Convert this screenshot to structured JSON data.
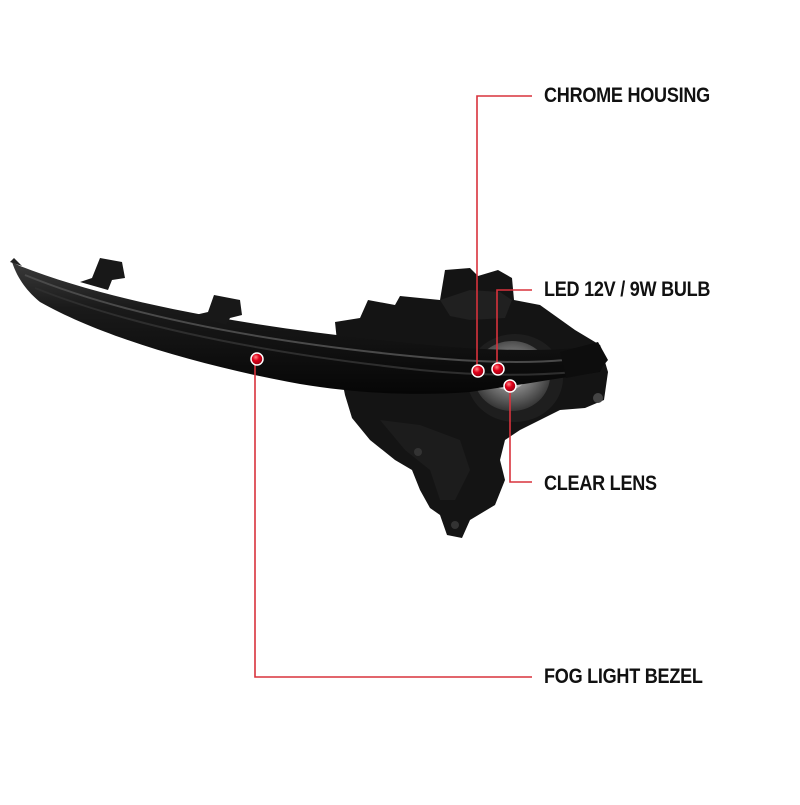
{
  "callouts": {
    "chrome_housing": "CHROME HOUSING",
    "bulb": "LED 12V / 9W BULB",
    "clear_lens": "CLEAR LENS",
    "fog_light_bezel": "FOG LIGHT BEZEL"
  },
  "colors": {
    "leader_line": "#d8323c",
    "marker_dot": "#e0001a",
    "part_body": "#151515",
    "background": "#ffffff"
  }
}
